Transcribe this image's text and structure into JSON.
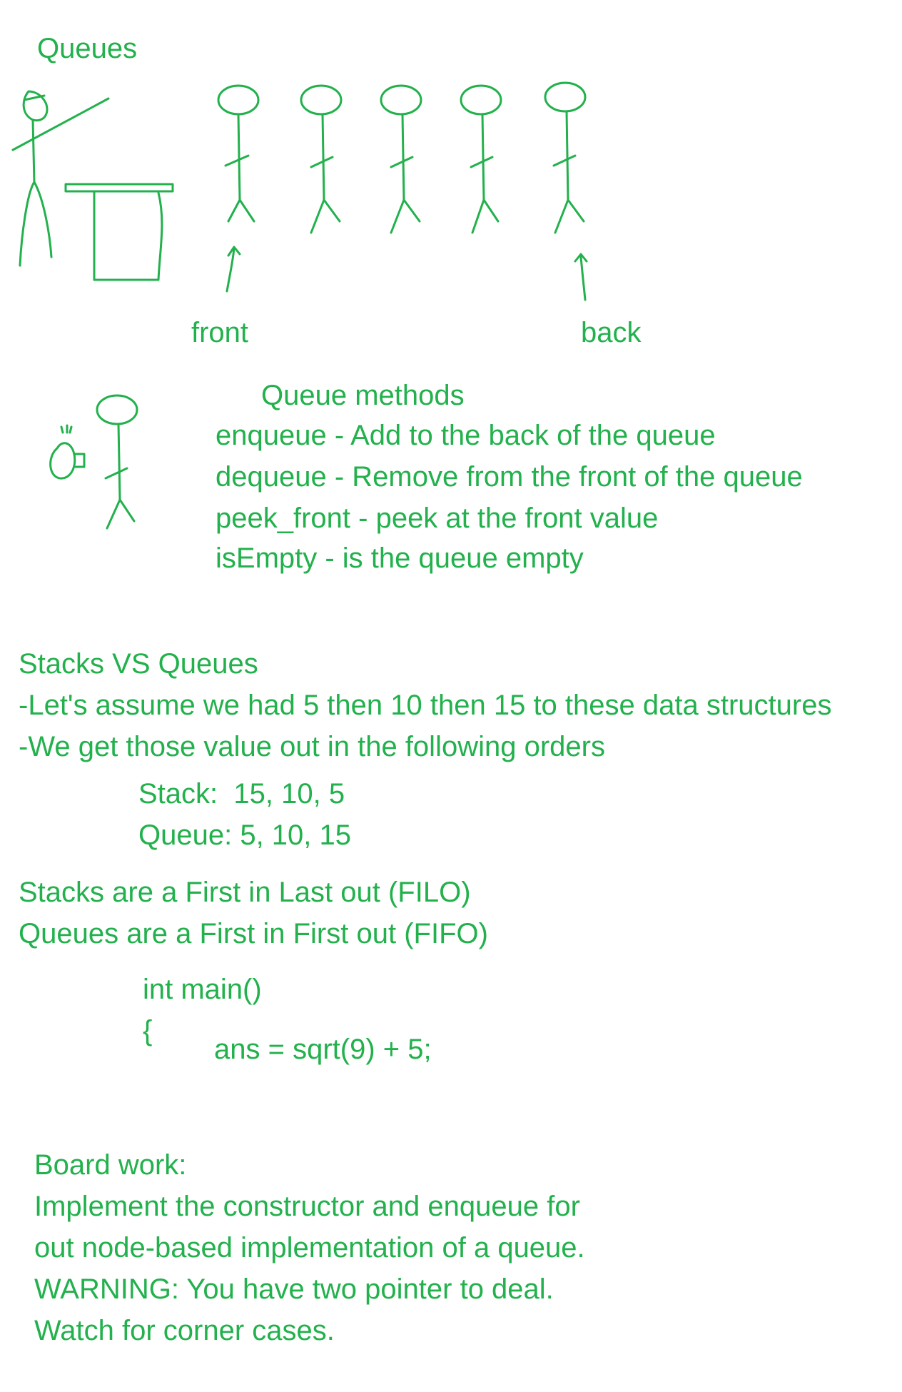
{
  "title": "Queues",
  "diagram": {
    "front_label": "front",
    "back_label": "back"
  },
  "methods": {
    "heading": "Queue methods",
    "lines": [
      "enqueue - Add to the back of the queue",
      "dequeue - Remove from the front of the queue",
      "peek_front - peek at the front value",
      "isEmpty - is the queue empty"
    ]
  },
  "comparison": {
    "heading": "Stacks VS Queues",
    "lines": [
      "-Let's assume we had 5 then 10 then 15 to these data structures",
      "-We get those value out in the following orders"
    ],
    "stack_order": "Stack:  15, 10, 5",
    "queue_order": "Queue: 5, 10, 15",
    "stack_rule": "Stacks are a First in Last out (FILO)",
    "queue_rule": "Queues are a First in First out (FIFO)"
  },
  "code": {
    "line1": "int main()",
    "line2": "{",
    "line3": "ans = sqrt(9) + 5;"
  },
  "board_work": {
    "heading": "Board work:",
    "lines": [
      "Implement the constructor and enqueue for",
      "out node-based implementation of a queue.",
      "WARNING: You have two pointer to deal.",
      "Watch for corner cases."
    ]
  }
}
